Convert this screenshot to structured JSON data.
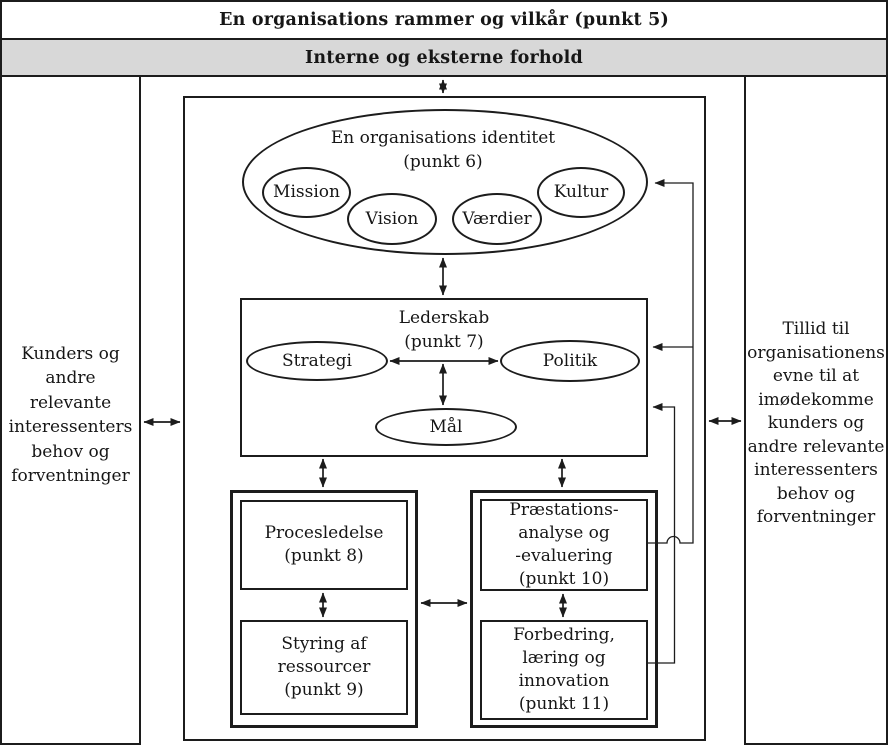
{
  "colors": {
    "line": "#1c1c1c",
    "band_gray": "#d8d8d8",
    "background": "#ffffff"
  },
  "banners": {
    "title": "En organisations rammer og vilkår (punkt 5)",
    "context_band": "Interne og eksterne forhold"
  },
  "left_panel": {
    "text": "Kunders og\nandre\nrelevante\ninteressenters\nbehov og\nforventninger"
  },
  "right_panel": {
    "text": "Tillid til\norganisationens\nevne til at\nimødekomme\nkunders og\nandre relevante\ninteressenters\nbehov og\nforventninger"
  },
  "identity": {
    "title": "En organisations identitet",
    "subtitle": "(punkt 6)",
    "mission": "Mission",
    "vision": "Vision",
    "values": "Værdier",
    "culture": "Kultur"
  },
  "leadership": {
    "title": "Lederskab",
    "subtitle": "(punkt 7)",
    "strategy": "Strategi",
    "policy": "Politik",
    "goals": "Mål"
  },
  "process_management": {
    "text": "Procesledelse\n(punkt 8)"
  },
  "resource_management": {
    "text": "Styring af\nressourcer\n(punkt 9)"
  },
  "performance_analysis": {
    "text": "Præstations-\nanalyse og\n-evaluering\n(punkt 10)"
  },
  "improvement": {
    "text": "Forbedring,\nlæring og\ninnovation\n(punkt 11)"
  }
}
